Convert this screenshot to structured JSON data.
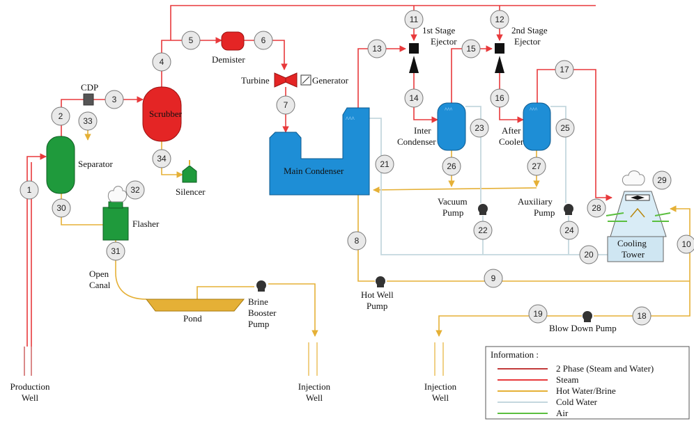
{
  "colors": {
    "steam": "#e8393b",
    "two_phase": "#c23a3a",
    "hot_water": "#e5b036",
    "cold_water": "#c4d7de",
    "air": "#5bbf3f",
    "separator": "#1f9a3c",
    "scrubber": "#e42525",
    "condenser": "#1e8ed6"
  },
  "labels": {
    "production_well": "Production",
    "production_well_2": "Well",
    "injection_well_a": "Injection",
    "injection_well_a_2": "Well",
    "injection_well_b": "Injection",
    "injection_well_b_2": "Well",
    "cdp": "CDP",
    "separator": "Separator",
    "scrubber": "Scrubber",
    "demister": "Demister",
    "turbine": "Turbine",
    "generator": "Generator",
    "silencer": "Silencer",
    "flasher": "Flasher",
    "open_canal": "Open",
    "open_canal_2": "Canal",
    "pond": "Pond",
    "brine_booster_pump": "Brine",
    "brine_booster_pump_2": "Booster",
    "brine_booster_pump_3": "Pump",
    "main_condenser": "Main Condenser",
    "hot_well_pump": "Hot Well",
    "hot_well_pump_2": "Pump",
    "ejector_1": "1st Stage",
    "ejector_1_2": "Ejector",
    "ejector_2": "2nd Stage",
    "ejector_2_2": "Ejector",
    "inter_condenser": "Inter",
    "inter_condenser_2": "Condenser",
    "after_cooler": "After",
    "after_cooler_2": "Cooler",
    "vacuum_pump": "Vacuum",
    "vacuum_pump_2": "Pump",
    "auxiliary_pump": "Auxiliary",
    "auxiliary_pump_2": "Pump",
    "cooling_tower": "Cooling",
    "cooling_tower_2": "Tower",
    "blow_down_pump": "Blow Down Pump"
  },
  "nodes": [
    "1",
    "2",
    "3",
    "4",
    "5",
    "6",
    "7",
    "8",
    "9",
    "10",
    "11",
    "12",
    "13",
    "14",
    "15",
    "16",
    "17",
    "18",
    "19",
    "20",
    "21",
    "22",
    "23",
    "24",
    "25",
    "26",
    "27",
    "28",
    "29",
    "30",
    "31",
    "32",
    "33",
    "34"
  ],
  "legend": {
    "title": "Information :",
    "items": [
      "2 Phase (Steam and Water)",
      "Steam",
      "Hot Water/Brine",
      "Cold Water",
      "Air"
    ]
  }
}
